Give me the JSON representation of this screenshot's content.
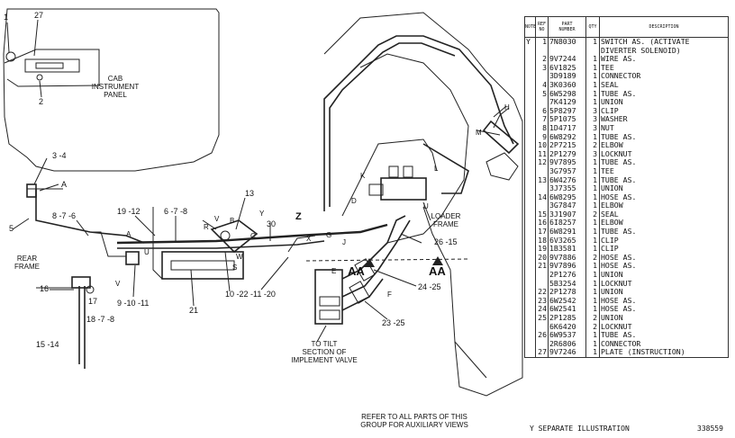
{
  "diagram": {
    "callouts": {
      "c1": "1",
      "c27": "27",
      "c2": "2",
      "c3_4": "3 -4",
      "cA1": "A",
      "c5": "5",
      "c8_7_6": "8 -7 -6",
      "c19_12": "19 -12",
      "c6_7_8": "6 -7 -8",
      "c13": "13",
      "cR": "R",
      "cV": "V",
      "cB": "B",
      "cY": "Y",
      "cC": "C",
      "c30": "30",
      "cA2": "A",
      "cU": "U",
      "c9_10_11": "9 -10 -11",
      "cW": "W",
      "c10_22_11_20": "10 -22 -11 -20",
      "cS": "S",
      "c21": "21",
      "c16": "16",
      "c17": "17",
      "c18_7_8": "18 -7 -8",
      "c15_14": "15 -14",
      "cV2": "V",
      "cZ": "Z",
      "cX": "X",
      "cG": "G",
      "cJ": "J",
      "c26_15": "26 -15",
      "cAA1": "AA",
      "cAA2": "AA",
      "cE": "E",
      "cF": "F",
      "c24_25": "24 -25",
      "c23_25": "23 -25",
      "cK": "K",
      "cL": "L",
      "cH": "H",
      "cM": "M",
      "cD": "D",
      "cU2": "U"
    },
    "notes": {
      "cab_panel": "CAB\nINSTRUMENT\nPANEL",
      "rear_frame": "REAR\nFRAME",
      "loader_frame": "LOADER\nFRAME",
      "tilt_section": "TO TILT\nSECTION OF\nIMPLEMENT VALVE",
      "refer": "REFER TO ALL PARTS OF THIS\nGROUP FOR AUXILIARY VIEWS"
    }
  },
  "parts_table": {
    "headers": {
      "note": "NOTE",
      "ref": "REF\nNO",
      "part": "PART\nNUMBER",
      "qty": "QTY",
      "desc": "DESCRIPTION"
    },
    "rows": [
      {
        "note": "Y",
        "ref": "1",
        "part": "7N8030",
        "qty": "1",
        "desc": "SWITCH AS. (ACTIVATE"
      },
      {
        "note": "",
        "ref": "",
        "part": "",
        "qty": "",
        "desc": "DIVERTER SOLENOID)"
      },
      {
        "note": "",
        "ref": "2",
        "part": "9V7244",
        "qty": "1",
        "desc": "WIRE AS."
      },
      {
        "note": "",
        "ref": "3",
        "part": "6V1825",
        "qty": "1",
        "desc": "TEE"
      },
      {
        "note": "",
        "ref": "",
        "part": "3D9189",
        "qty": "1",
        "desc": "CONNECTOR"
      },
      {
        "note": "",
        "ref": "4",
        "part": "3K0360",
        "qty": "1",
        "desc": "SEAL"
      },
      {
        "note": "",
        "ref": "5",
        "part": "6W5298",
        "qty": "1",
        "desc": "TUBE AS."
      },
      {
        "note": "",
        "ref": "",
        "part": "7K4129",
        "qty": "1",
        "desc": "UNION"
      },
      {
        "note": "",
        "ref": "6",
        "part": "5P8297",
        "qty": "3",
        "desc": "CLIP"
      },
      {
        "note": "",
        "ref": "7",
        "part": "5P1075",
        "qty": "3",
        "desc": "WASHER"
      },
      {
        "note": "",
        "ref": "8",
        "part": "1D4717",
        "qty": "3",
        "desc": "NUT"
      },
      {
        "note": "",
        "ref": "9",
        "part": "6W8292",
        "qty": "1",
        "desc": "TUBE AS."
      },
      {
        "note": "",
        "ref": "10",
        "part": "2P7215",
        "qty": "2",
        "desc": "ELBOW"
      },
      {
        "note": "",
        "ref": "11",
        "part": "2P1279",
        "qty": "3",
        "desc": "LOCKNUT"
      },
      {
        "note": "",
        "ref": "12",
        "part": "9V7895",
        "qty": "1",
        "desc": "TUBE AS."
      },
      {
        "note": "",
        "ref": "",
        "part": "3G7957",
        "qty": "1",
        "desc": "TEE"
      },
      {
        "note": "",
        "ref": "13",
        "part": "6W4276",
        "qty": "1",
        "desc": "TUBE AS."
      },
      {
        "note": "",
        "ref": "",
        "part": "3J7355",
        "qty": "1",
        "desc": "UNION"
      },
      {
        "note": "",
        "ref": "14",
        "part": "6W8295",
        "qty": "1",
        "desc": "HOSE AS."
      },
      {
        "note": "",
        "ref": "",
        "part": "3G7847",
        "qty": "1",
        "desc": "ELBOW"
      },
      {
        "note": "",
        "ref": "15",
        "part": "3J1907",
        "qty": "2",
        "desc": "SEAL"
      },
      {
        "note": "",
        "ref": "16",
        "part": "6I8257",
        "qty": "1",
        "desc": "ELBOW"
      },
      {
        "note": "",
        "ref": "17",
        "part": "6W8291",
        "qty": "1",
        "desc": "TUBE AS."
      },
      {
        "note": "",
        "ref": "18",
        "part": "6V3265",
        "qty": "1",
        "desc": "CLIP"
      },
      {
        "note": "",
        "ref": "19",
        "part": "1B3581",
        "qty": "1",
        "desc": "CLIP"
      },
      {
        "note": "",
        "ref": "20",
        "part": "9V7886",
        "qty": "2",
        "desc": "HOSE AS."
      },
      {
        "note": "",
        "ref": "21",
        "part": "9V7896",
        "qty": "1",
        "desc": "HOSE AS."
      },
      {
        "note": "",
        "ref": "",
        "part": "2P1276",
        "qty": "1",
        "desc": "UNION"
      },
      {
        "note": "",
        "ref": "",
        "part": "5B3254",
        "qty": "1",
        "desc": "LOCKNUT"
      },
      {
        "note": "",
        "ref": "22",
        "part": "2P1278",
        "qty": "1",
        "desc": "UNION"
      },
      {
        "note": "",
        "ref": "23",
        "part": "6W2542",
        "qty": "1",
        "desc": "HOSE AS."
      },
      {
        "note": "",
        "ref": "24",
        "part": "6W2541",
        "qty": "1",
        "desc": "HOSE AS."
      },
      {
        "note": "",
        "ref": "25",
        "part": "2P1285",
        "qty": "2",
        "desc": "UNION"
      },
      {
        "note": "",
        "ref": "",
        "part": "6K6420",
        "qty": "2",
        "desc": "LOCKNUT"
      },
      {
        "note": "",
        "ref": "26",
        "part": "6W9537",
        "qty": "1",
        "desc": "TUBE AS."
      },
      {
        "note": "",
        "ref": "",
        "part": "2R6806",
        "qty": "1",
        "desc": "CONNECTOR"
      },
      {
        "note": "",
        "ref": "27",
        "part": "9V7246",
        "qty": "1",
        "desc": "PLATE (INSTRUCTION)"
      }
    ]
  },
  "footer": {
    "note_y": "Y  SEPARATE ILLUSTRATION",
    "fig_id": "338559"
  }
}
